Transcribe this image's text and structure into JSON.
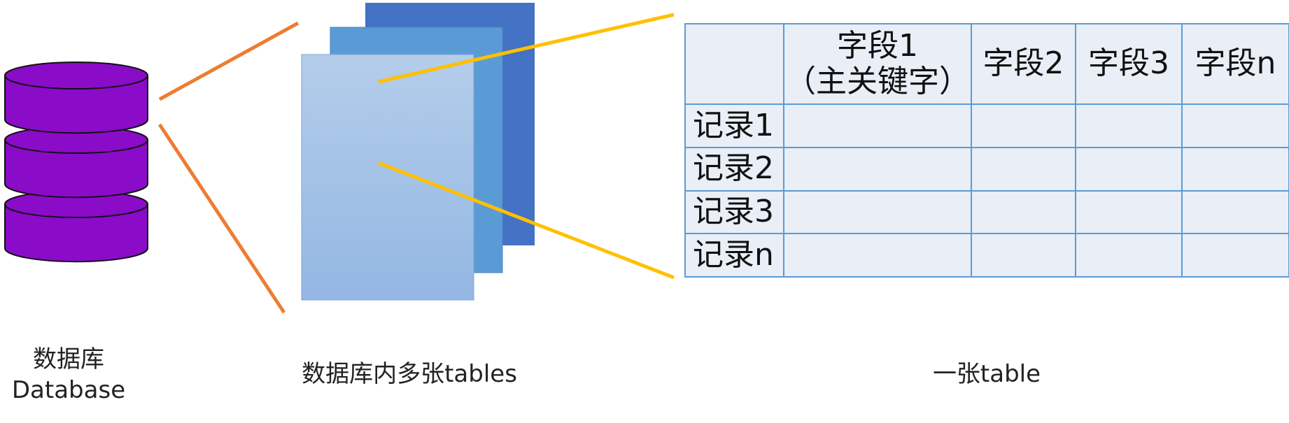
{
  "captions": {
    "database_line1": "数据库",
    "database_line2": "Database",
    "tables": "数据库内多张tables",
    "one_table": "一张table"
  },
  "table": {
    "headers": [
      "",
      "字段1",
      "字段2",
      "字段3",
      "字段n"
    ],
    "header_sub": "（主关键字）",
    "rows": [
      "记录1",
      "记录2",
      "记录3",
      "记录n"
    ]
  },
  "colors": {
    "database": "#8a0bc8",
    "database_outline": "#111111",
    "connector_left": "#ed7d31",
    "connector_right": "#ffc000",
    "sheet_back": "#4472c4",
    "sheet_mid": "#5b9bd5",
    "sheet_front_top": "#b4cdea",
    "sheet_front_bottom": "#93b7e3",
    "table_fill": "#e9eef7",
    "table_border": "#5b9bd5"
  },
  "icons": {
    "database": "database-cylinder-icon",
    "tables": "stacked-sheets-icon"
  }
}
